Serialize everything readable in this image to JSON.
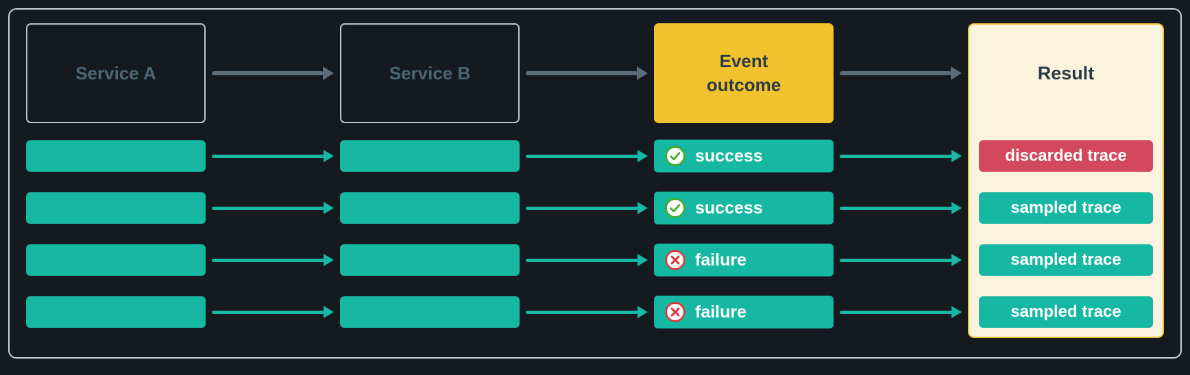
{
  "header": {
    "service_a": "Service A",
    "service_b": "Service B",
    "event_outcome": "Event outcome",
    "result": "Result"
  },
  "rows": [
    {
      "outcome": {
        "label": "success",
        "icon": "check-circle"
      },
      "result": {
        "label": "discarded trace",
        "variant": "discarded"
      }
    },
    {
      "outcome": {
        "label": "success",
        "icon": "check-circle"
      },
      "result": {
        "label": "sampled trace",
        "variant": "sampled"
      }
    },
    {
      "outcome": {
        "label": "failure",
        "icon": "x-circle"
      },
      "result": {
        "label": "sampled trace",
        "variant": "sampled"
      }
    },
    {
      "outcome": {
        "label": "failure",
        "icon": "x-circle"
      },
      "result": {
        "label": "sampled trace",
        "variant": "sampled"
      }
    }
  ],
  "colors": {
    "background": "#141a20",
    "frame_border": "#ccd4dc",
    "teal": "#17b8a3",
    "amber": "#f2c12e",
    "cream": "#fbf3de",
    "cream_border": "#f0c02f",
    "red_chip": "#d2495c",
    "success_green": "#46a926",
    "failure_red": "#e23232",
    "arrow_gray": "#5b6d7a",
    "service_text": "#4b6675",
    "service_border": "#b9c4cd",
    "dark_text": "#2b3b45"
  }
}
